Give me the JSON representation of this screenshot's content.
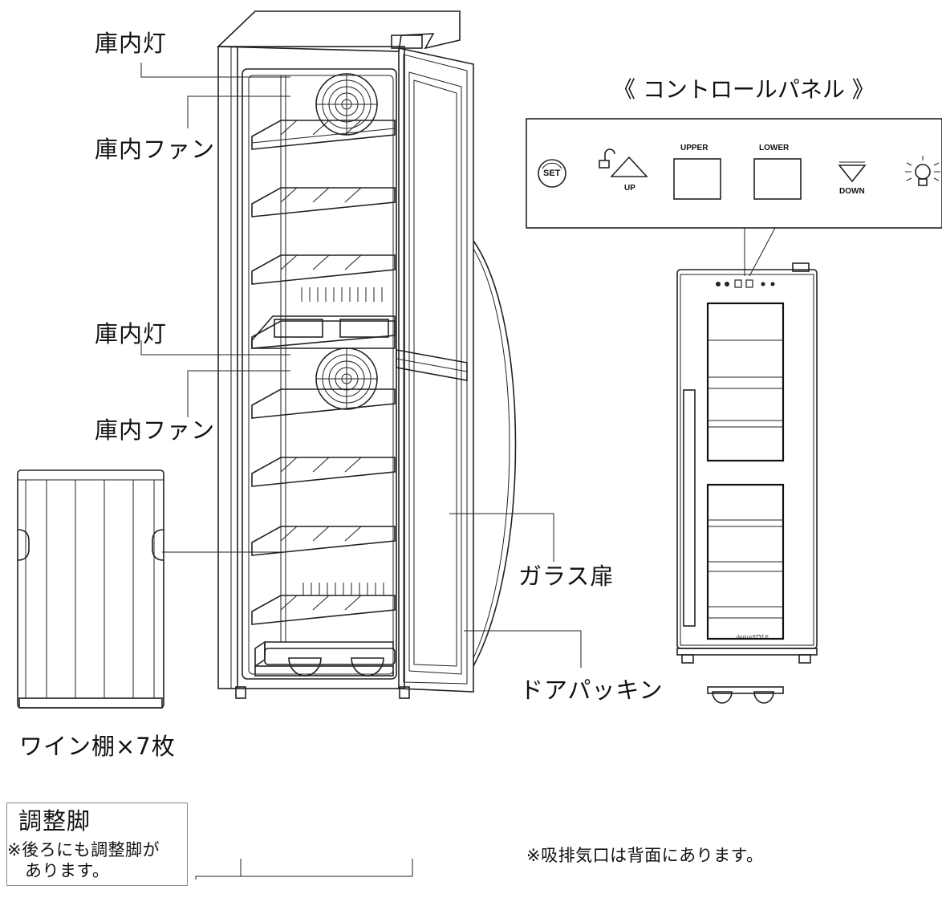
{
  "labels": {
    "light_top": "庫内灯",
    "fan_top": "庫内ファン",
    "light_mid": "庫内灯",
    "fan_mid": "庫内ファン",
    "glass_door": "ガラス扉",
    "door_gasket": "ドアパッキン",
    "wine_shelf": "ワイン棚×7枚",
    "adjuster_title": "調整脚",
    "adjuster_note_1": "※後ろにも調整脚が",
    "adjuster_note_2": "あります。",
    "vent_note": "※吸排気口は背面にあります。"
  },
  "control_panel": {
    "title": "《 コントロールパネル 》",
    "set_label": "SET",
    "up_label": "UP",
    "upper_label": "UPPER",
    "lower_label": "LOWER",
    "down_label": "DOWN",
    "icons": [
      "set-button-icon",
      "unlock-icon",
      "up-triangle-icon",
      "down-triangle-icon",
      "light-bulb-icon"
    ]
  },
  "front_view": {
    "brand": "deviceSTYLE"
  }
}
